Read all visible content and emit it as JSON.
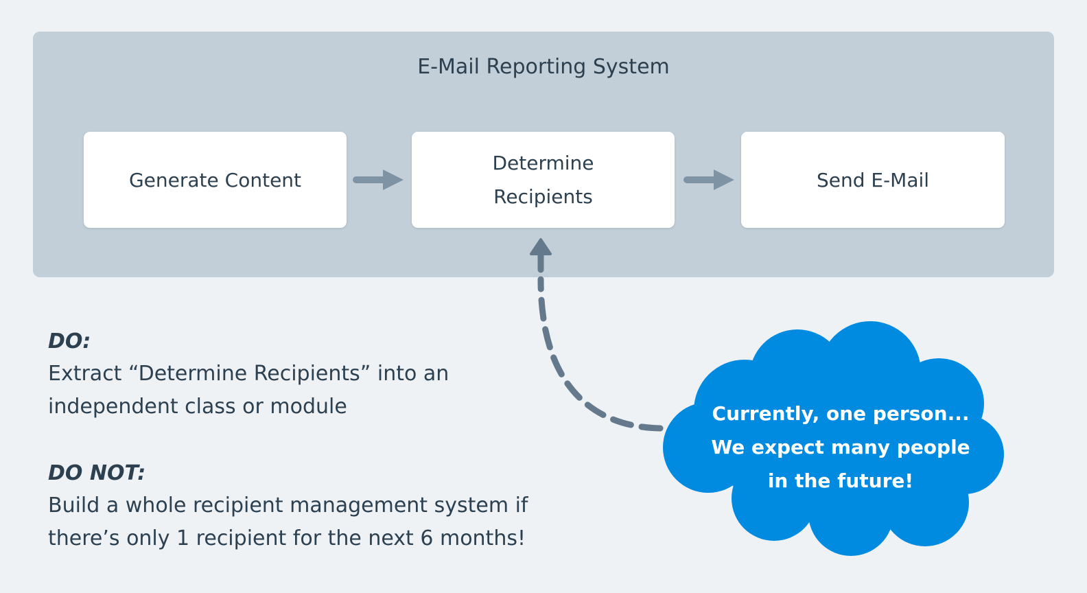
{
  "panel": {
    "title": "E-Mail Reporting System",
    "nodes": [
      {
        "id": "generate-content",
        "lines": [
          "Generate Content"
        ]
      },
      {
        "id": "determine-recipients",
        "lines": [
          "Determine",
          "Recipients"
        ]
      },
      {
        "id": "send-email",
        "lines": [
          "Send E-Mail"
        ]
      }
    ]
  },
  "annotations": {
    "do": {
      "heading": "DO:",
      "lines": [
        "Extract “Determine Recipients” into an",
        "independent class or module"
      ]
    },
    "do_not": {
      "heading": "DO NOT:",
      "lines": [
        "Build a whole recipient management system if",
        "there’s only 1 recipient for the next 6 months!"
      ]
    }
  },
  "cloud_callout": {
    "lines": [
      "Currently, one person...",
      "We expect many people",
      "in the future!"
    ]
  },
  "colors": {
    "background": "#eef2f5",
    "panel": "#c3cfd8",
    "node_background": "#ffffff",
    "text_dark": "#2c4050",
    "flow_arrow": "#7e94a5",
    "dashed_arrow": "#64798c",
    "cloud": "#008ae0",
    "cloud_text": "#ffffff"
  }
}
